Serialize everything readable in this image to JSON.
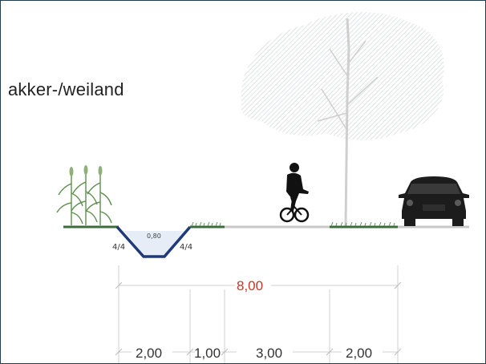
{
  "profile": {
    "land_use_label": "akker-/weiland",
    "ditch": {
      "left_slope": "4/4",
      "right_slope": "4/4",
      "depth": "0,80"
    },
    "total_width": "8,00",
    "segments": [
      "2,00",
      "1,00",
      "3,00",
      "2,00"
    ],
    "colors": {
      "ditch_line": "#1e3a78",
      "grass": "#3c6b3c",
      "road": "#c8c8c8",
      "total_dimension": "#c0392b",
      "dimension_lines": "#d0d0d0"
    },
    "icons": [
      "corn-plants-icon",
      "cyclist-icon",
      "tree-icon",
      "car-icon"
    ]
  }
}
